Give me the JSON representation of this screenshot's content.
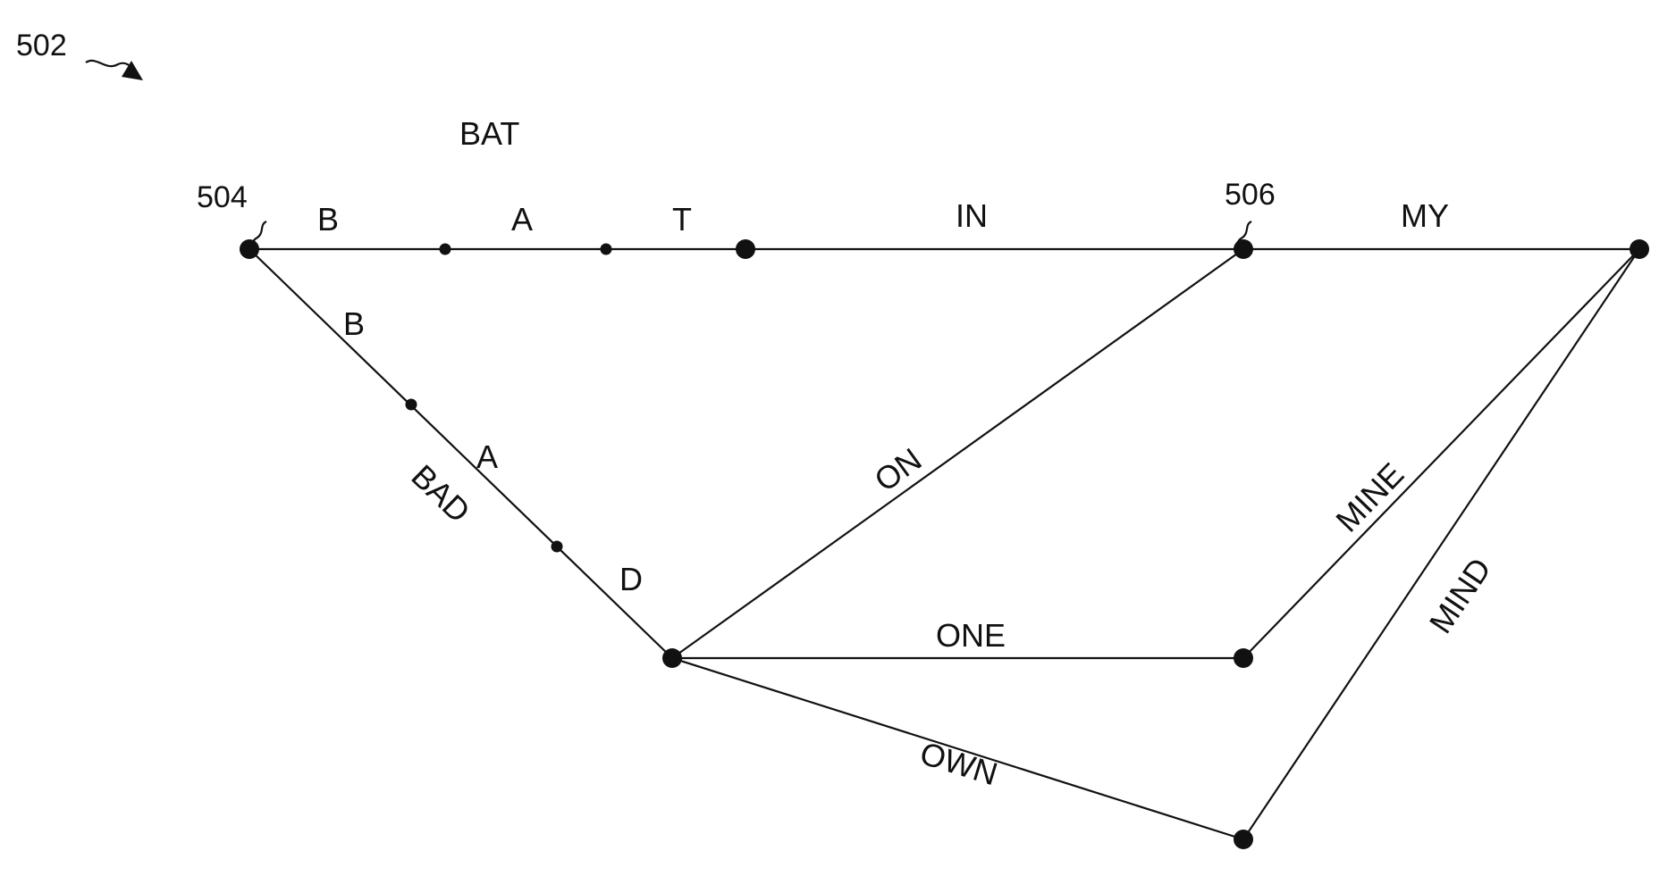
{
  "diagram": {
    "figure_ref": "502",
    "node_refs": {
      "start": "504",
      "mid": "506"
    },
    "path_label": "BAT",
    "edges": {
      "top_b": "B",
      "top_a": "A",
      "top_t": "T",
      "top_in": "IN",
      "top_my": "MY",
      "diag_b": "B",
      "diag_a": "A",
      "diag_d": "D",
      "bad": "BAD",
      "on": "ON",
      "one": "ONE",
      "own": "OWN",
      "mine": "MINE",
      "mind": "MIND"
    },
    "colors": {
      "ink": "#111111",
      "background": "#ffffff"
    }
  }
}
